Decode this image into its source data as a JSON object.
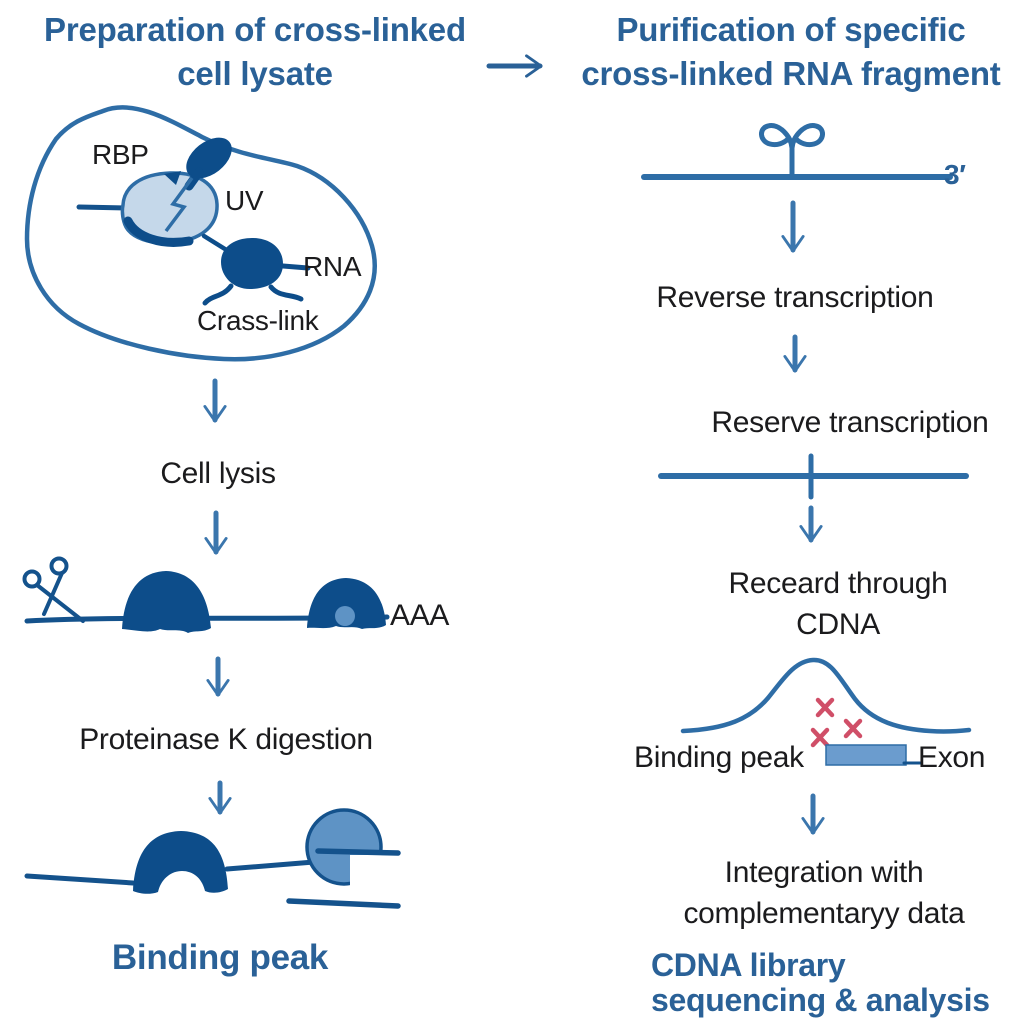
{
  "colors": {
    "title_blue": "#2a6197",
    "flow_arrow_blue": "#3b76ad",
    "line_blue": "#2e6da6",
    "dark_navy": "#0d4d8a",
    "light_blue": "#c5d8ea",
    "mid_blue": "#5e93c5",
    "exon_blue": "#6b9cce",
    "label_black": "#1b1b1d",
    "cross_mark_red": "#d04f68"
  },
  "left_column": {
    "title_line1": "Preparation of cross-linked",
    "title_line2": "cell lysate",
    "cell": {
      "rbp_label": "RBP",
      "uv_label": "UV",
      "rna_label": "RNA",
      "crosslink_label": "Crass-link"
    },
    "step_cell_lysis": "Cell lysis",
    "polya_label": "AAA",
    "step_proteinase": "Proteinase K digestion",
    "binding_peak_label": "Binding peak"
  },
  "right_column": {
    "title_line1": "Purification of specific",
    "title_line2": "cross-linked RNA fragment",
    "three_prime_label": "3′",
    "step_reverse_transcription": "Reverse transcription",
    "step_reserve_transcription": "Reserve transcription",
    "step_recard_line1": "Receard through",
    "step_recard_line2": "CDNA",
    "binding_peak_label": "Binding peak",
    "exon_label": "Exon",
    "step_integration_line1": "Integration with",
    "step_integration_line2": "complementaryy data",
    "final_line1": "CDNA library",
    "final_line2": "sequencing & analysis"
  }
}
